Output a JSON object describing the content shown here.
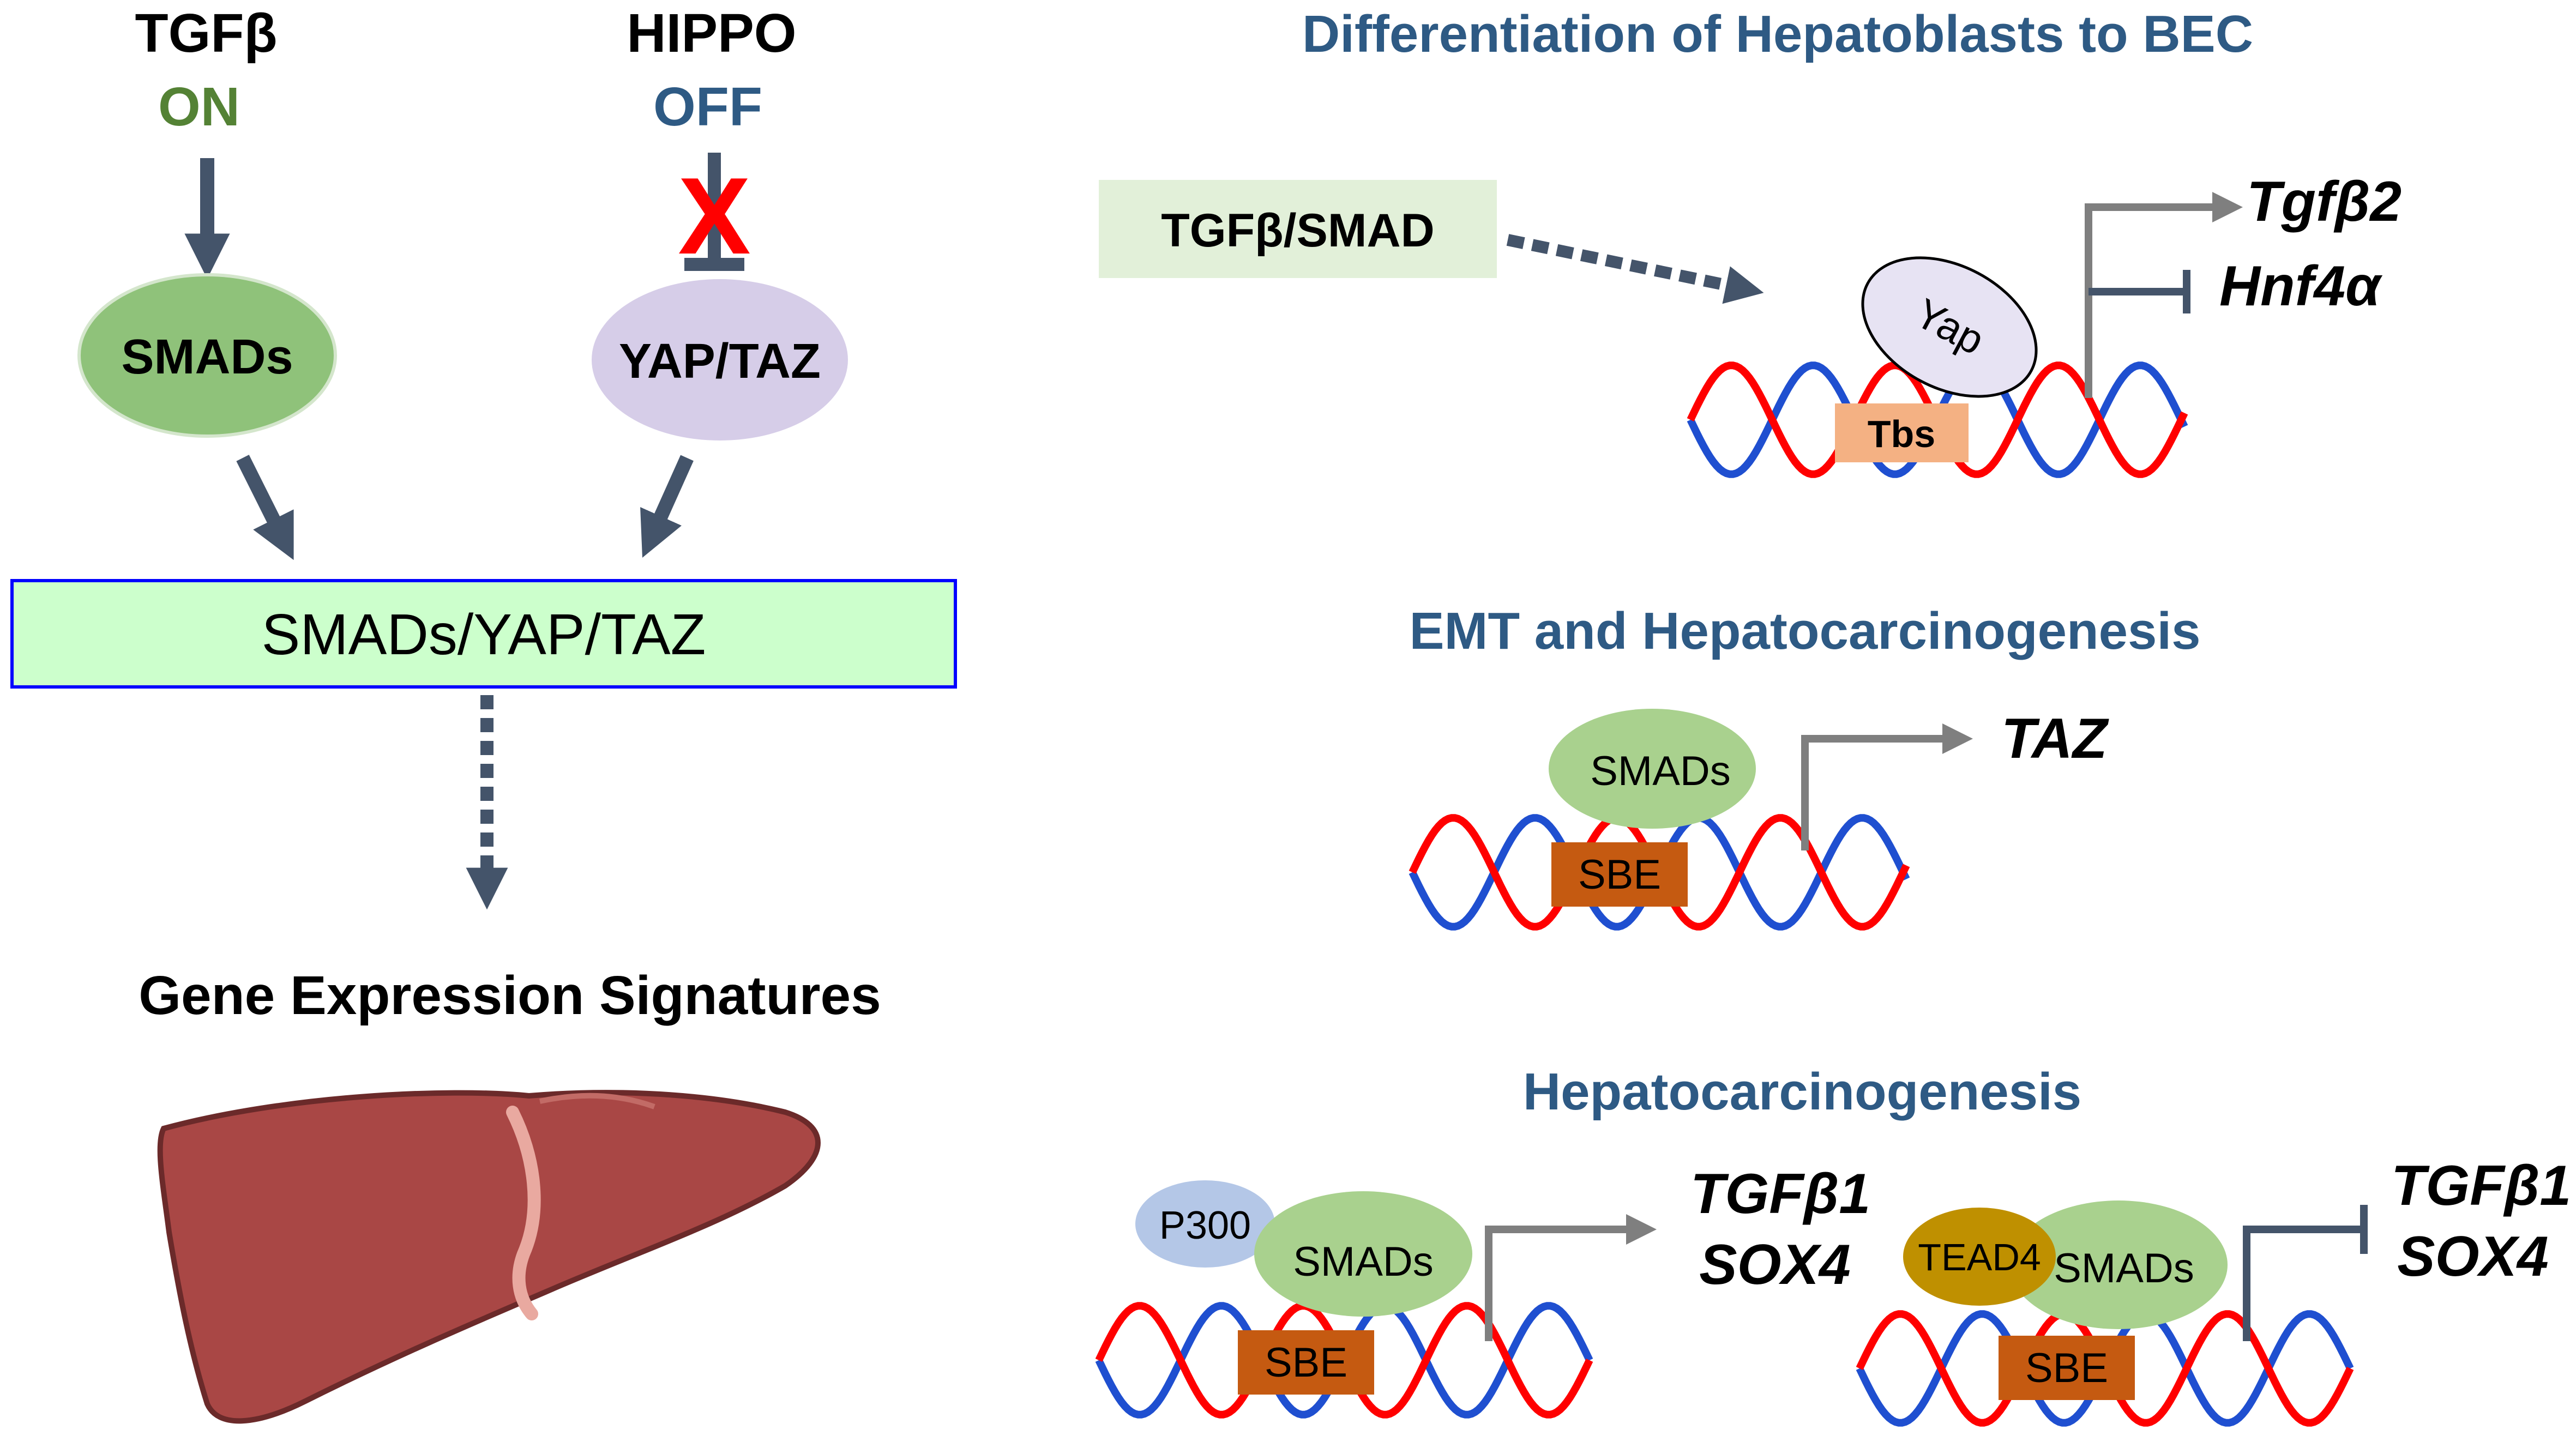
{
  "left_panel": {
    "tgfb_label": "TGFβ",
    "tgfb_state": "ON",
    "hippo_label": "HIPPO",
    "hippo_state": "OFF",
    "blocked_mark": "X",
    "smads_label": "SMADs",
    "yaptaz_label": "YAP/TAZ",
    "complex_label": "SMADs/YAP/TAZ",
    "output_label": "Gene Expression Signatures"
  },
  "section_bec": {
    "title": "Differentiation of Hepatoblasts to BEC",
    "input_label": "TGFβ/SMAD",
    "yap_label": "Yap",
    "site_label": "Tbs",
    "gene_activated": "Tgfβ2",
    "gene_repressed": "Hnf4α"
  },
  "section_emt": {
    "title": "EMT and Hepatocarcinogenesis",
    "smads_label": "SMADs",
    "site_label": "SBE",
    "gene_activated": "TAZ"
  },
  "section_hcc": {
    "title": "Hepatocarcinogenesis",
    "left": {
      "cofactor_label": "P300",
      "smads_label": "SMADs",
      "site_label": "SBE",
      "gene_1": "TGFβ1",
      "gene_2": "SOX4"
    },
    "right": {
      "cofactor_label": "TEAD4",
      "smads_label": "SMADs",
      "site_label": "SBE",
      "gene_1": "TGFβ1",
      "gene_2": "SOX4"
    }
  },
  "colors": {
    "arrow": "#44546a",
    "title_blue": "#2e5a84",
    "on_green": "#548235",
    "off_blue": "#2e5a84",
    "block_red": "#ff0000",
    "smads_dark": "#8fc27a",
    "smads_light": "#a9d18e",
    "yap_fill": "#d6cde8",
    "complex_fill": "#ccffcc",
    "complex_border": "#0000ff",
    "input_fill": "#e2f0d9",
    "tbs_fill": "#f4b183",
    "sbe_fill": "#c55a11",
    "p300_fill": "#b4c7e7",
    "tead4_fill": "#bf9000",
    "dna_red": "#ff0000",
    "dna_blue": "#1f4fd0",
    "tss_gray": "#7f7f7f",
    "liver_fill": "#a94745",
    "liver_stroke": "#6b2a2a",
    "ligament": "#e9a9a0"
  }
}
